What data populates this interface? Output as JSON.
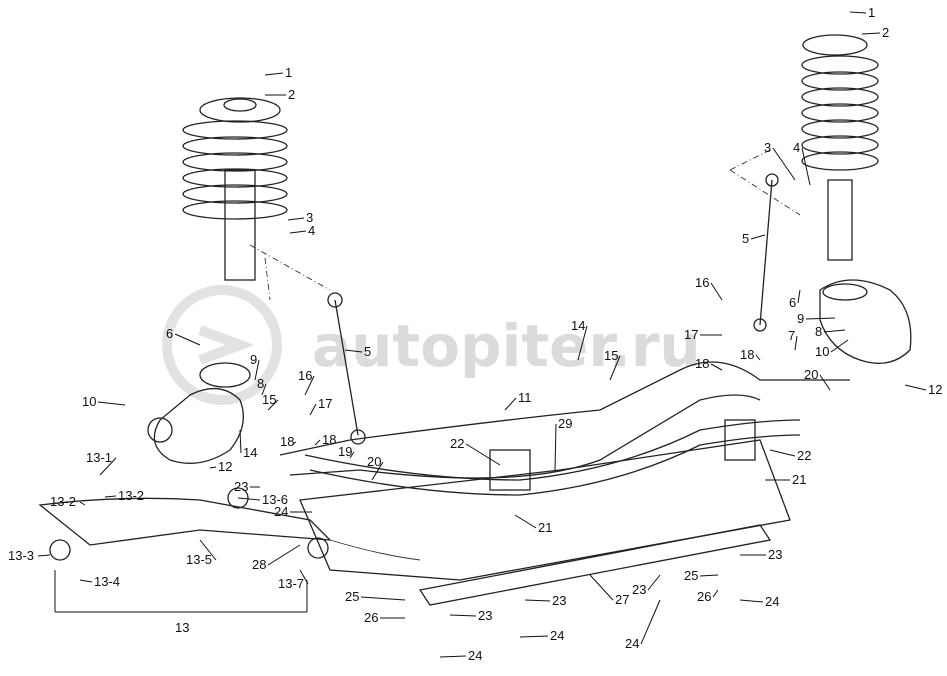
{
  "diagram": {
    "watermark": "autopiter.ru",
    "callouts": [
      "1",
      "2",
      "3",
      "4",
      "5",
      "6",
      "9",
      "8",
      "10",
      "12",
      "16",
      "17",
      "18",
      "18",
      "7",
      "20",
      "22",
      "21",
      "11",
      "14",
      "15",
      "29",
      "22",
      "21",
      "1",
      "2",
      "3",
      "4",
      "6",
      "9",
      "8",
      "10",
      "5",
      "16",
      "17",
      "15",
      "14",
      "18",
      "18",
      "19",
      "20",
      "12",
      "23",
      "24",
      "28",
      "13-7",
      "13-6",
      "13-1",
      "13-2",
      "13-2",
      "13-3",
      "13-4",
      "13-5",
      "13",
      "25",
      "26",
      "23",
      "23",
      "24",
      "24",
      "27",
      "23",
      "24",
      "25",
      "26",
      "23",
      "24"
    ]
  }
}
